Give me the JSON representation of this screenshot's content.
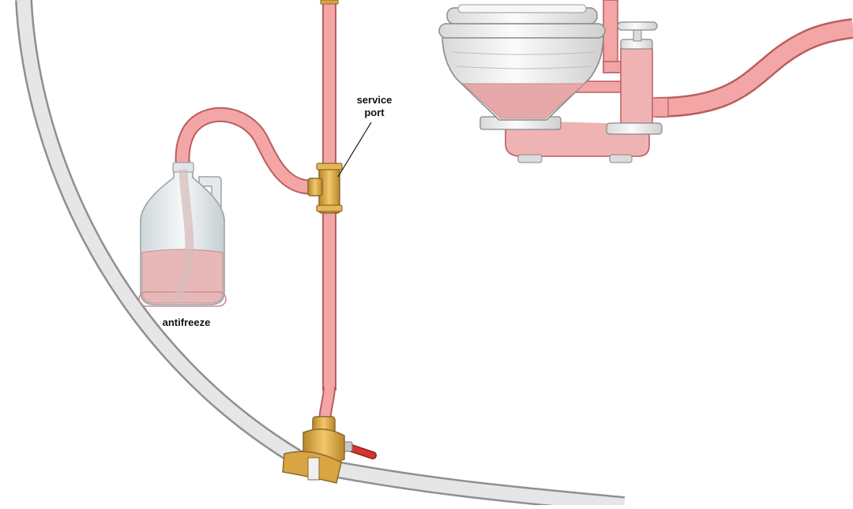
{
  "labels": {
    "service_port_line1": "service",
    "service_port_line2": "port",
    "antifreeze": "antifreeze"
  },
  "colors": {
    "hose_pink": "#f4a6a6",
    "hose_outline": "#b85f5f",
    "hull_grey": "#e4e4e4",
    "hull_outline": "#8f8f8f",
    "brass": "#d9a441",
    "valve_handle": "#d9332f",
    "porcelain": "#eeeeee",
    "liquid_pink": "#e6a8a8"
  }
}
